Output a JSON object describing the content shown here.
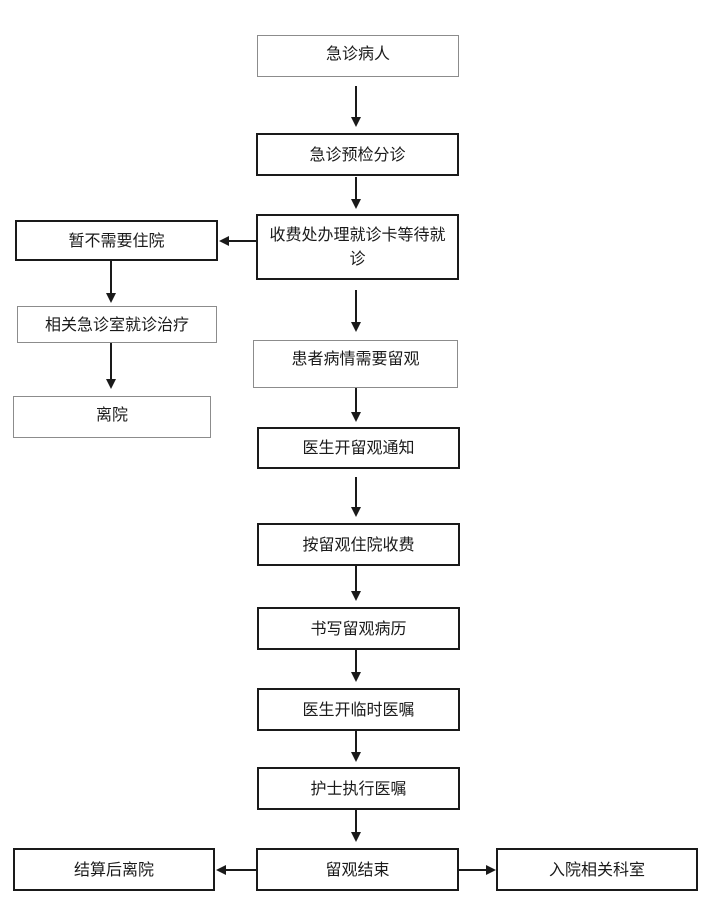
{
  "nodes": {
    "emergency_patient": "急诊病人",
    "triage": "急诊预检分诊",
    "register": "收费处办理就诊卡等待就诊",
    "no_admission": "暂不需要住院",
    "related_treatment": "相关急诊室就诊治疗",
    "leave_hospital": "离院",
    "need_observation": "患者病情需要留观",
    "observation_notice": "医生开留观通知",
    "observation_fee": "按留观住院收费",
    "write_record": "书写留观病历",
    "temp_order": "医生开临时医嘱",
    "nurse_execute": "护士执行医嘱",
    "observation_end": "留观结束",
    "settle_leave": "结算后离院",
    "admit_department": "入院相关科室"
  }
}
